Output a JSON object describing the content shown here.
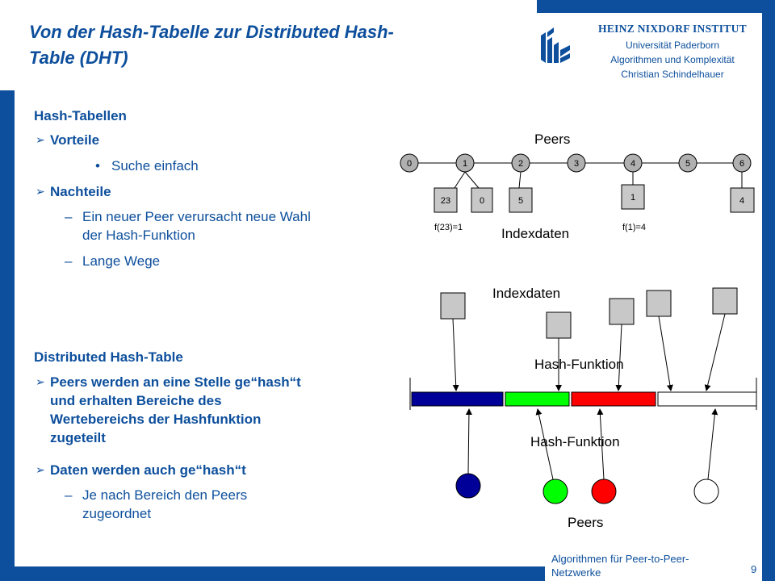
{
  "slide": {
    "title": "Von der Hash-Tabelle zur Distributed Hash-\nTable (DHT)",
    "institute": {
      "name": "HEINZ NIXDORF INSTITUT",
      "line1": "Universität Paderborn",
      "line2": "Algorithmen und Komplexität",
      "line3": "Christian Schindelhauer"
    },
    "footer": {
      "course": "Algorithmen für Peer-to-Peer-Netzwerke",
      "page": "9"
    },
    "colors": {
      "brand_blue": "#0d4f9c"
    }
  },
  "left": {
    "heading1": "Hash-Tabellen",
    "vorteile": "Vorteile",
    "vorteile_item": "Suche einfach",
    "nachteile": "Nachteile",
    "nachteile_item1_l1": "Ein neuer Peer verursacht neue Wahl",
    "nachteile_item1_l2": "der Hash-Funktion",
    "nachteile_item2": "Lange Wege",
    "heading2": "Distributed Hash-Table",
    "dht1_l1": "Peers werden an eine Stelle ge“hash“t",
    "dht1_l2": "und erhalten Bereiche des",
    "dht1_l3": "Wertebereichs der Hashfunktion",
    "dht1_l4": "zugeteilt",
    "dht2": "Daten werden auch ge“hash“t",
    "dht2_item_l1": "Je nach Bereich den Peers",
    "dht2_item_l2": "zugeordnet",
    "dash": "–",
    "bullet": "•",
    "arrow_icon": "arrow-bullet-icon"
  },
  "diagram1": {
    "peers_label": "Peers",
    "index_label": "Indexdaten",
    "peer_nodes": [
      "0",
      "1",
      "2",
      "3",
      "4",
      "5",
      "6"
    ],
    "boxes": [
      "23",
      "0",
      "5",
      "1",
      "4"
    ],
    "f23": "f(23)=1",
    "f1": "f(1)=4"
  },
  "diagram2": {
    "index_label": "Indexdaten",
    "hash_label_top": "Hash-Funktion",
    "hash_label_bottom": "Hash-Funktion",
    "peers_label": "Peers",
    "segment_colors": [
      "#000099",
      "#00ff00",
      "#ff0000",
      "#ffffff"
    ],
    "peer_colors": [
      "#000099",
      "#00ff00",
      "#ff0000",
      "#ffffff"
    ]
  }
}
